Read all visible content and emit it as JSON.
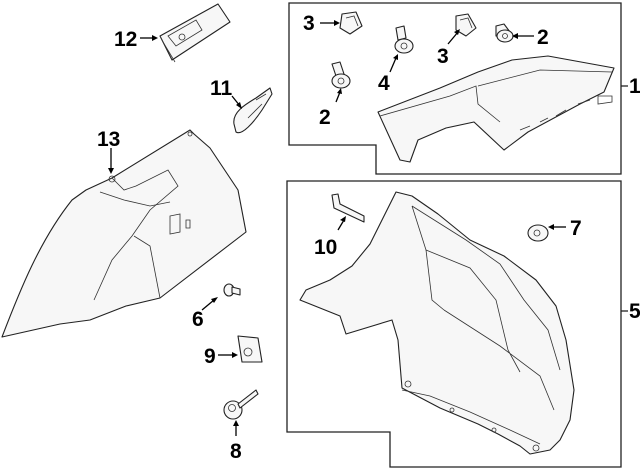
{
  "diagram": {
    "title": "Quarter trim panel parts diagram",
    "callouts": [
      {
        "id": "1",
        "label": "1",
        "part": "upper-quarter-trim-panel"
      },
      {
        "id": "2a",
        "label": "2",
        "part": "push-retainer"
      },
      {
        "id": "2b",
        "label": "2",
        "part": "push-retainer"
      },
      {
        "id": "3a",
        "label": "3",
        "part": "clip"
      },
      {
        "id": "3b",
        "label": "3",
        "part": "clip"
      },
      {
        "id": "4",
        "label": "4",
        "part": "retainer"
      },
      {
        "id": "5",
        "label": "5",
        "part": "lower-quarter-trim-panel"
      },
      {
        "id": "6",
        "label": "6",
        "part": "bolt"
      },
      {
        "id": "7",
        "label": "7",
        "part": "push-retainer"
      },
      {
        "id": "8",
        "label": "8",
        "part": "screw"
      },
      {
        "id": "9",
        "label": "9",
        "part": "nut"
      },
      {
        "id": "10",
        "label": "10",
        "part": "bracket"
      },
      {
        "id": "11",
        "label": "11",
        "part": "hook"
      },
      {
        "id": "12",
        "label": "12",
        "part": "lamp"
      },
      {
        "id": "13",
        "label": "13",
        "part": "wheelhouse-trim"
      }
    ],
    "colors": {
      "line": "#222222",
      "fill": "#f7f7f7",
      "background": "#ffffff"
    }
  }
}
